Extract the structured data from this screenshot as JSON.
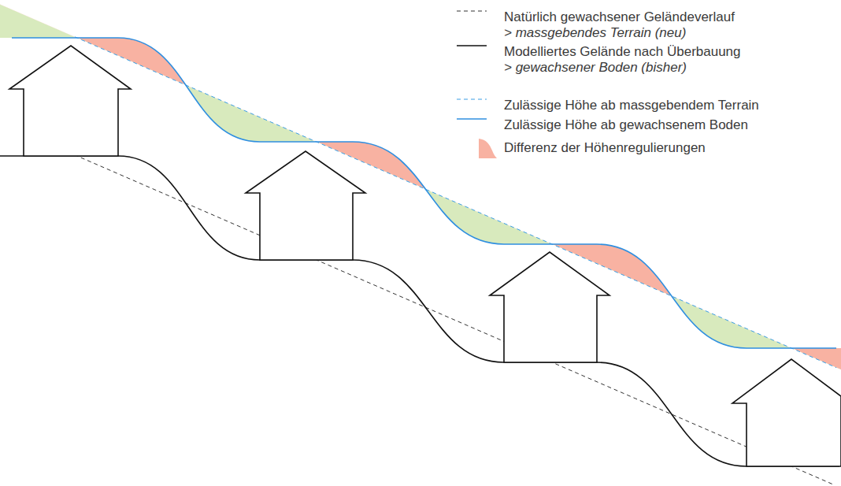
{
  "diagram": {
    "legend": [
      {
        "text": "Natürlich gewachsener Geländeverlauf > massgebendes Terrain (neu)"
      },
      {
        "text": "Modelliertes Gelände nach Überbauung > gewachsener Boden (bisher)"
      },
      {
        "text": "Zulässige Höhe ab massgebendem Terrain"
      },
      {
        "text": "Zulässige Höhe ab gewachsenem Boden"
      },
      {
        "text": "Differenz der Höhenregulierungen",
        "color": "#f8b2a2"
      }
    ]
  }
}
